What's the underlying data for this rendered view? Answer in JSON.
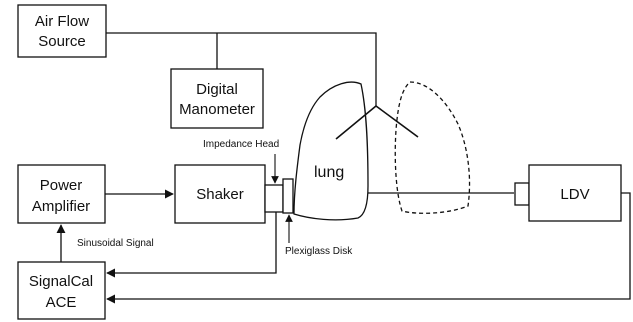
{
  "boxes": {
    "air_flow_source": [
      "Air Flow",
      "Source"
    ],
    "digital_manometer": [
      "Digital",
      "Manometer"
    ],
    "power_amplifier": [
      "Power",
      "Amplifier"
    ],
    "shaker": "Shaker",
    "signalcal_ace": [
      "SignalCal",
      "ACE"
    ],
    "ldv": "LDV"
  },
  "labels": {
    "lung": "lung",
    "impedance_head": "Impedance Head",
    "plexiglass_disk": "Plexiglass Disk",
    "sinusoidal_signal": "Sinusoidal Signal"
  },
  "colors": {
    "stroke": "#111111",
    "fill": "#ffffff"
  }
}
